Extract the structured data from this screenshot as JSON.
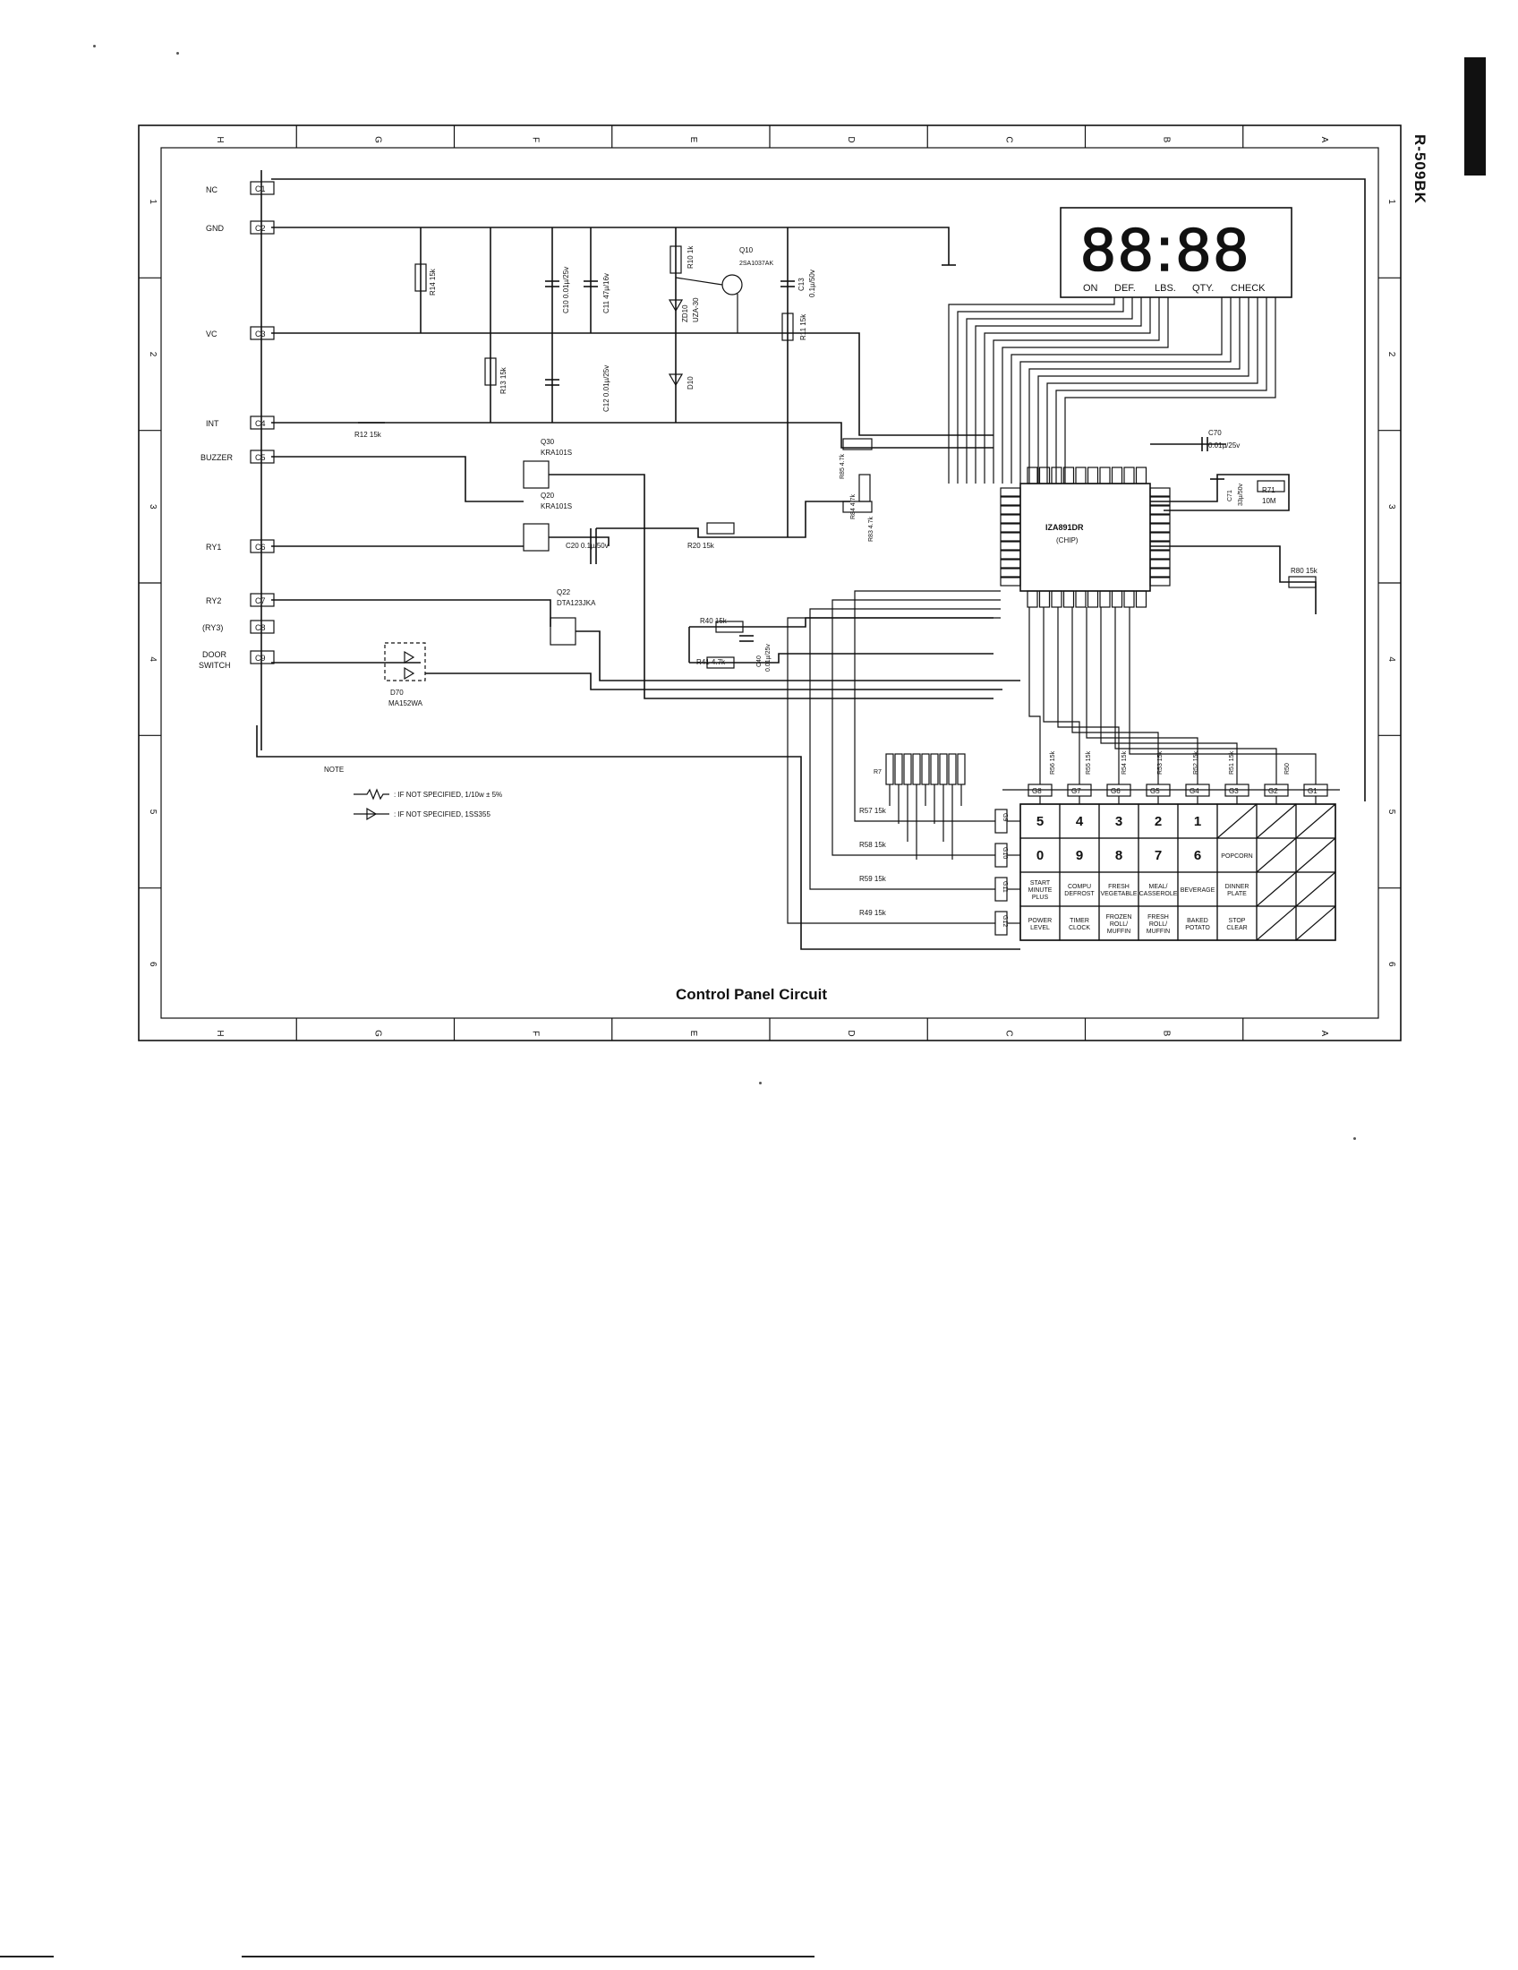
{
  "model": "R-509BK",
  "title": "Control Panel Circuit",
  "grid_columns": [
    "H",
    "G",
    "F",
    "E",
    "D",
    "C",
    "B",
    "A"
  ],
  "grid_rows": [
    "1",
    "2",
    "3",
    "4",
    "5",
    "6"
  ],
  "connector_labels": [
    "NC",
    "GND",
    "VC",
    "INT",
    "BUZZER",
    "RY1",
    "RY2",
    "(RY3)",
    "DOOR",
    "SWITCH"
  ],
  "connector_codes": [
    "C1",
    "C2",
    "C3",
    "C4",
    "C5",
    "C6",
    "C7",
    "C8",
    "C9"
  ],
  "display": {
    "digits": "88:88",
    "indicators": [
      "ON",
      "DEF.",
      "LBS.",
      "QTY.",
      "CHECK"
    ]
  },
  "components": {
    "R14": "R14 15k",
    "C10": "C10 0.01µ/25v",
    "C11": "C11 47µ/16v",
    "R10": "R10 1k",
    "Q10": "Q10",
    "Q10_part": "2SA1037AK",
    "ZD10": "ZD10",
    "ZD10_part": "UZA-30",
    "C13": "C13",
    "C13_val": "0.1µ/50v",
    "R11": "R11 15k",
    "R13": "R13 15k",
    "C12": "C12 0.01µ/25v",
    "D10": "D10",
    "R12": "R12 15k",
    "Q30": "Q30",
    "Q30_part": "KRA101S",
    "Q20": "Q20",
    "Q20_part": "KRA101S",
    "C20": "C20 0.1µ/50v",
    "R20": "R20 15k",
    "Q22": "Q22",
    "Q22_part": "DTA123JKA",
    "R40": "R40 15k",
    "R41": "R41 4.7k",
    "C40": "C40",
    "C40_val": "0.01µ/25v",
    "D70": "D70",
    "D70_part": "MA152WA",
    "R85": "R85 4.7k",
    "R84": "R84 4.7k",
    "R83": "R83 4.7k",
    "C70": "C70",
    "C70_val": "0.01µ/25v",
    "C71": "C71",
    "C71_val": "33µ/50v",
    "R71": "R71",
    "R71_val": "10M",
    "R80": "R80 15k",
    "chip_name": "IZA891DR",
    "chip_sub": "(CHIP)",
    "R56": "R56 15k",
    "R55": "R55 15k",
    "R54": "R54 15k",
    "R53": "R53 15k",
    "R52": "R52 15k",
    "R51": "R51 15k",
    "R50": "R50",
    "R57": "R57 15k",
    "R58": "R58 15k",
    "R59": "R59 15k",
    "R49": "R49 15k",
    "R7x": "R7"
  },
  "keypad": {
    "rows": [
      [
        "5",
        "4",
        "3",
        "2",
        "1",
        "",
        "",
        ""
      ],
      [
        "0",
        "9",
        "8",
        "7",
        "6",
        "POPCORN",
        "",
        ""
      ],
      [
        "START MINUTE PLUS",
        "COMPU DEFROST",
        "FRESH VEGETABLE",
        "MEAL/ CASSEROLE",
        "BEVERAGE",
        "DINNER PLATE",
        "",
        ""
      ],
      [
        "POWER LEVEL",
        "TIMER CLOCK",
        "FROZEN ROLL/ MUFFIN",
        "FRESH ROLL/ MUFFIN",
        "BAKED POTATO",
        "STOP CLEAR",
        "",
        ""
      ]
    ],
    "g_codes": [
      "G8",
      "G7",
      "G6",
      "G5",
      "G4",
      "G3",
      "G2",
      "G1"
    ],
    "row_codes": [
      "G9",
      "G10",
      "G11",
      "G12"
    ]
  },
  "note": {
    "heading": "NOTE",
    "lines": [
      ": IF NOT SPECIFIED, 1/10w ± 5%",
      ": IF NOT SPECIFIED, 1SS355"
    ]
  }
}
